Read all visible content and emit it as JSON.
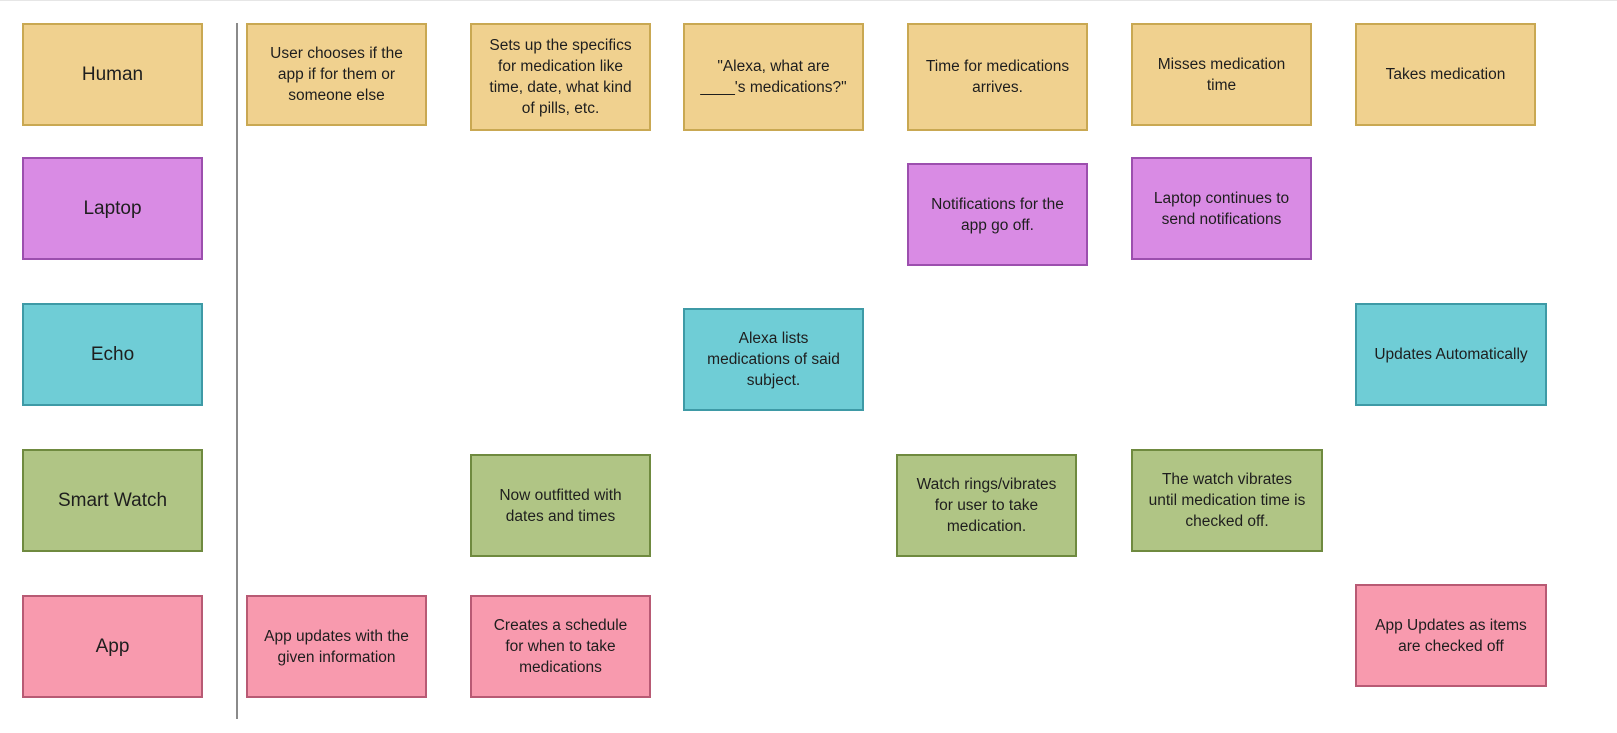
{
  "lanes": {
    "human": "Human",
    "laptop": "Laptop",
    "echo": "Echo",
    "watch": "Smart Watch",
    "app": "App"
  },
  "notes": {
    "human_1": "User chooses if the app if for them or someone else",
    "human_2": "Sets up the specifics for medication like time, date, what kind of pills, etc.",
    "human_3": "\"Alexa, what are ____'s medications?\"",
    "human_4": "Time for medications arrives.",
    "human_5": "Misses medication time",
    "human_6": "Takes medication",
    "laptop_1": "Notifications for the app go off.",
    "laptop_2": "Laptop continues to send notifications",
    "echo_1": "Alexa lists medications of said subject.",
    "echo_2": "Updates Automatically",
    "watch_1": "Now outfitted with dates and times",
    "watch_2": "Watch rings/vibrates for user to take medication.",
    "watch_3": "The watch vibrates until medication time is checked off.",
    "app_1": "App updates with the given information",
    "app_2": "Creates a schedule for when to take medications",
    "app_3": "App Updates as items are checked off"
  },
  "colors": {
    "human": "#f0d18f",
    "laptop": "#d98be4",
    "echo": "#6fcdd6",
    "watch": "#b0c585",
    "app": "#f89aae"
  }
}
